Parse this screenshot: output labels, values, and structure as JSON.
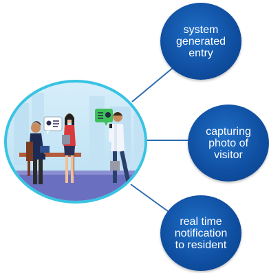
{
  "diagram": {
    "nodes": [
      {
        "id": "node-1",
        "label": "system\ngenerated\nentry"
      },
      {
        "id": "node-2",
        "label": "capturing\nphoto of\nvisitor"
      },
      {
        "id": "node-3",
        "label": "real time\nnotification\nto resident"
      }
    ],
    "colors": {
      "node_fill": "#0f4ea0",
      "hub_ring": "#39c3e3",
      "connector": "#2b6cb0",
      "scene_background": "#cde8f7",
      "floor": "#6a6fbf"
    },
    "hub_illustration": {
      "description_icons": [
        "receptionist-desk",
        "woman-with-folder",
        "visitor-with-phone",
        "id-card-bubble-icon",
        "id-card-bubble-icon"
      ]
    }
  }
}
